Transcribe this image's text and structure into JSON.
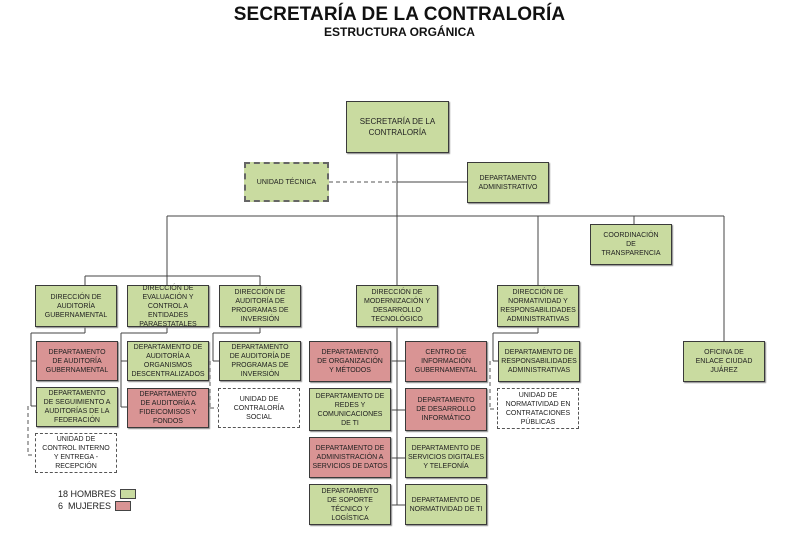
{
  "header": {
    "title": "SECRETARÍA DE LA CONTRALORÍA",
    "subtitle": "ESTRUCTURA ORGÁNICA"
  },
  "colors": {
    "hombres": "#c9dba0",
    "mujeres": "#d99494",
    "border": "#3a3a3a"
  },
  "nodes": {
    "secretaria": "SECRETARÍA DE LA CONTRALORÍA",
    "unidad_tecnica": "UNIDAD TÉCNICA",
    "depto_administrativo": "DEPARTAMENTO ADMINISTRATIVO",
    "coord_transparencia": "COORDINACIÓN DE TRANSPARENCIA",
    "oficina_enlace": "OFICINA DE ENLACE CIUDAD JUÁREZ",
    "dir_auditoria_gub": "DIRECCIÓN DE AUDITORÍA GUBERNAMENTAL",
    "dir_evaluacion": "DIRECCIÓN DE EVALUACIÓN Y CONTROL A ENTIDADES PARAESTATALES",
    "dir_programas_inversion": "DIRECCIÓN DE AUDITORÍA DE PROGRAMAS DE INVERSIÓN",
    "dir_modernizacion": "DIRECCIÓN DE MODERNIZACIÓN Y DESARROLLO TECNOLÓGICO",
    "dir_normatividad": "DIRECCIÓN DE NORMATIVIDAD Y RESPONSABILIDADES ADMINISTRATIVAS",
    "depto_auditoria_gub": "DEPARTAMENTO DE AUDITORÍA GUBERNAMENTAL",
    "depto_seguimiento": "DEPARTAMENTO DE SEGUIMIENTO A AUDITORÍAS DE LA FEDERACIÓN",
    "unidad_control_interno": "UNIDAD DE CONTROL INTERNO Y ENTREGA - RECEPCIÓN",
    "depto_organismos": "DEPARTAMENTO DE AUDITORÍA A ORGANISMOS DESCENTRALIZADOS",
    "depto_fideicomisos": "DEPARTAMENTO DE AUDITORÍA A FIDEICOMISOS Y FONDOS",
    "depto_programas_inversion": "DEPARTAMENTO DE AUDITORÍA DE PROGRAMAS DE INVERSIÓN",
    "unidad_contraloria_social": "UNIDAD DE CONTRALORÍA SOCIAL",
    "depto_organizacion": "DEPARTAMENTO DE ORGANIZACIÓN Y MÉTODOS",
    "centro_informacion": "CENTRO DE INFORMACIÓN GUBERNAMENTAL",
    "depto_redes": "DEPARTAMENTO DE REDES Y COMUNICACIONES DE TI",
    "depto_desarrollo_informatico": "DEPARTAMENTO DE DESARROLLO INFORMÁTICO",
    "depto_admin_servicios_datos": "DEPARTAMENTO DE ADMINISTRACIÓN A SERVICIOS DE DATOS",
    "depto_servicios_digitales": "DEPARTAMENTO DE SERVICIOS DIGITALES Y TELEFONÍA",
    "depto_soporte": "DEPARTAMENTO DE SOPORTE TÉCNICO Y LOGÍSTICA",
    "depto_normatividad_ti": "DEPARTAMENTO DE NORMATIVIDAD DE TI",
    "depto_responsabilidades": "DEPARTAMENTO DE RESPONSABILIDADES ADMINISTRATIVAS",
    "unidad_normatividad_contrataciones": "UNIDAD DE NORMATIVIDAD EN CONTRATACIONES PÚBLICAS"
  },
  "legend": [
    {
      "label": "18 HOMBRES",
      "count": 18,
      "color": "#c9dba0"
    },
    {
      "label": "6  MUJERES",
      "count": 6,
      "color": "#d99494"
    }
  ]
}
